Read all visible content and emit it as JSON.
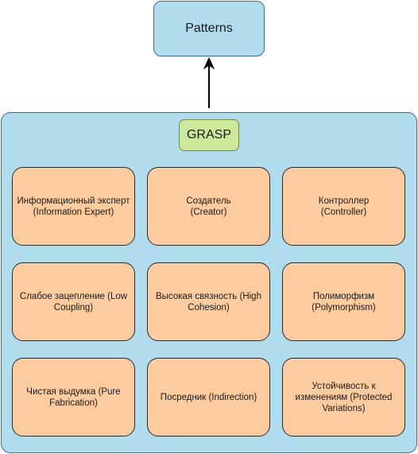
{
  "top_node": {
    "label": "Patterns"
  },
  "group": {
    "label": "GRASP",
    "cells": [
      {
        "label": "Информационный эксперт\n(Information Expert)"
      },
      {
        "label": "Создатель\n(Creator)"
      },
      {
        "label": "Контроллер\n(Controller)"
      },
      {
        "label": "Слабое зацепление (Low\nCoupling)"
      },
      {
        "label": "Высокая связность (High\nCohesion)"
      },
      {
        "label": "Полиморфизм\n(Polymorphism)"
      },
      {
        "label": "Чистая выдумка (Pure\nFabrication)"
      },
      {
        "label": "Посредник (Indirection)"
      },
      {
        "label": "Устойчивость к\nизменениям (Protected\nVariations)"
      }
    ]
  },
  "colors": {
    "node_fill": "#b1dcee",
    "label_fill": "#cde89a",
    "cell_fill": "#fccca0",
    "edge": "#000000"
  }
}
